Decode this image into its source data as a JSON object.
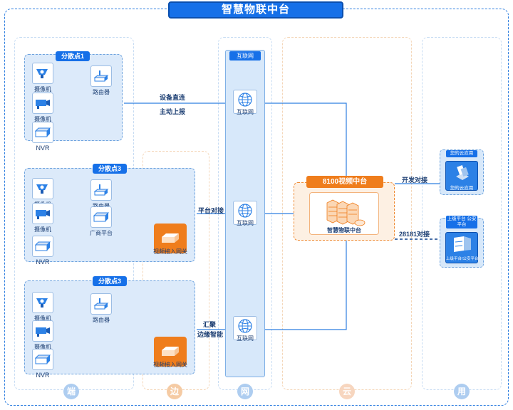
{
  "title": "智慧物联中台",
  "columns": [
    {
      "label": "端",
      "color": "#aecdf0"
    },
    {
      "label": "边",
      "color": "#f5cba4"
    },
    {
      "label": "网",
      "color": "#aecdf0"
    },
    {
      "label": "云",
      "color": "#f7d6bf"
    },
    {
      "label": "用",
      "color": "#aecdf0"
    }
  ],
  "groups": [
    {
      "label": "分散点1",
      "nodes": [
        "摄像机",
        "摄像机",
        "NVR",
        "路由器"
      ]
    },
    {
      "label": "分散点3",
      "nodes": [
        "摄像机",
        "摄像机",
        "NVR",
        "路由器",
        "广商平台"
      ],
      "gateway": "视频接入网关"
    },
    {
      "label": "分散点3",
      "nodes": [
        "摄像机",
        "摄像机",
        "NVR",
        "路由器"
      ],
      "gateway": "视频接入网关"
    }
  ],
  "network": {
    "title": "互联网",
    "nodes": [
      "互联网",
      "互联网",
      "互联网"
    ]
  },
  "edge_labels": {
    "direct_1": "设备直连",
    "direct_2": "主动上报",
    "platform": "平台对接",
    "gather_1": "汇聚",
    "gather_2": "边缘智能",
    "open": "开发对接",
    "gb28181": "28181对接"
  },
  "platform": {
    "title": "8100视频中台",
    "label": "智慧物联中台"
  },
  "apps": [
    {
      "tag": "您的云应用",
      "icon_text": "您的云应用"
    },
    {
      "tag": "上级平台 公安平台",
      "icon_text": "上级平台/公安平台"
    }
  ],
  "icons": {
    "camera": "camera-icon",
    "nvr": "nvr-icon",
    "router": "router-icon",
    "gateway": "gateway-icon",
    "globe": "globe-icon",
    "server": "server-icon"
  },
  "colors": {
    "primary": "#1670e8",
    "accent": "#ef7d1c",
    "line": "#2f7fe0"
  }
}
